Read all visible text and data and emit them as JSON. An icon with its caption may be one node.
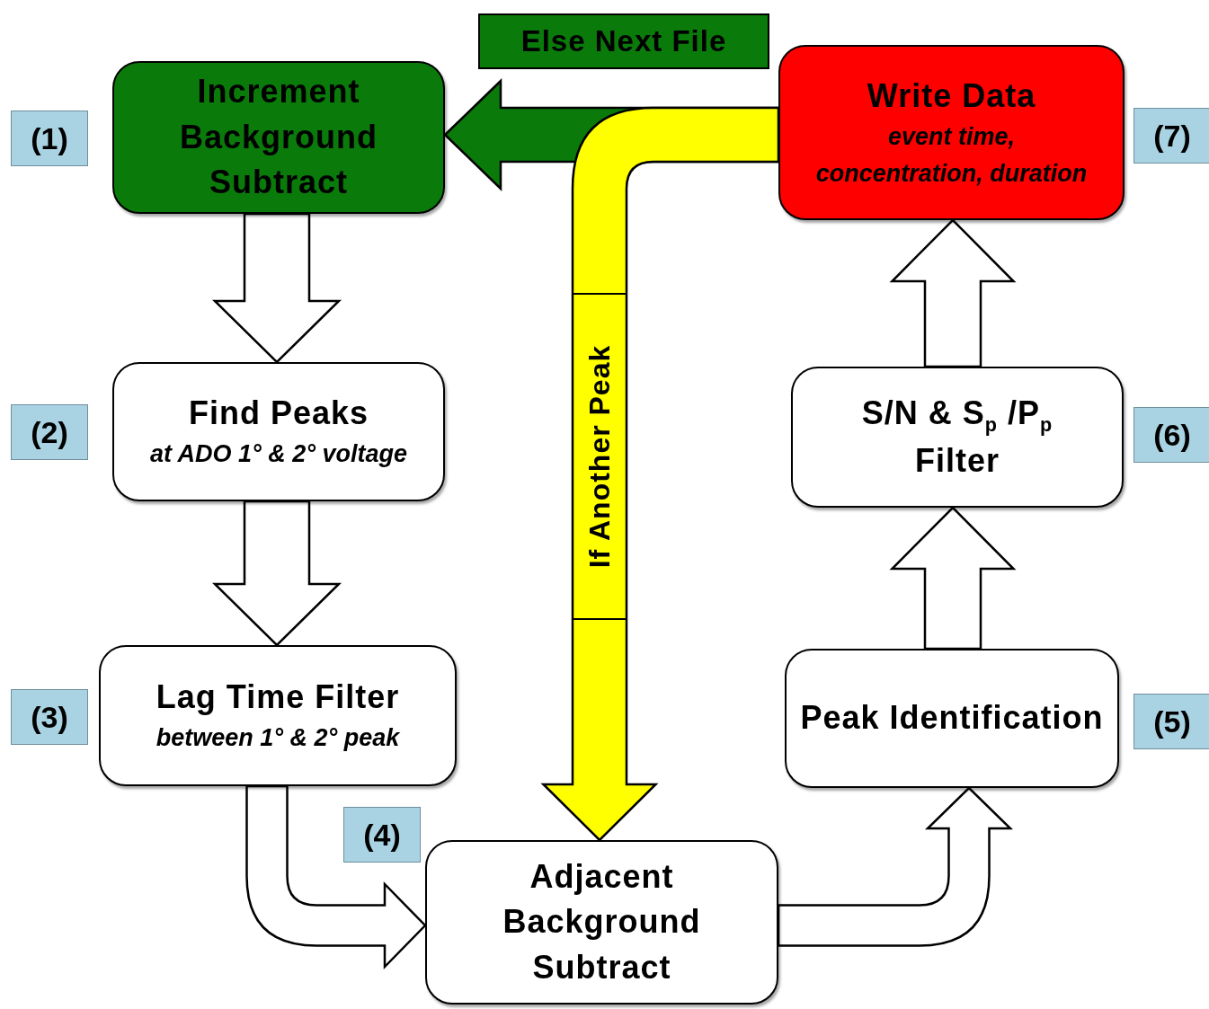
{
  "diagram": {
    "nodes": [
      {
        "text": [
          "Increment Background Subtract"
        ],
        "beside": [
          "(1)"
        ]
      },
      {
        "text": [
          "Find Peaks",
          "at ADO 1° & 2° voltage"
        ],
        "beside": [
          "(2)"
        ]
      },
      {
        "text": [
          "Lag Time Filter",
          "between 1° & 2° peak"
        ],
        "beside": [
          "(3)"
        ]
      },
      {
        "text": [
          "Adjacent Background Subtract"
        ],
        "beside": [
          "(4)"
        ]
      },
      {
        "text": [
          "Peak Identification"
        ],
        "beside": [
          "(5)"
        ]
      },
      {
        "text": [
          "S/N & S$_{p}$ /P$_{p}$ Filter"
        ],
        "beside": [
          "(6)"
        ]
      },
      {
        "text": [
          "Write Data",
          "event time, concentration, duration"
        ],
        "beside": [
          "(7)"
        ]
      }
    ],
    "edges": [
      {
        "from": 0,
        "to": 1,
        "arrow": "to"
      },
      {
        "from": 1,
        "to": 2,
        "arrow": "to"
      },
      {
        "from": 2,
        "to": 3,
        "arrow": "to"
      },
      {
        "from": 3,
        "to": 4,
        "arrow": "to"
      },
      {
        "from": 4,
        "to": 5,
        "arrow": "to"
      },
      {
        "from": 5,
        "to": 6,
        "arrow": "to"
      },
      {
        "from": 6,
        "to": 0,
        "arrow": "to",
        "label": "Else Next File",
        "color": "#0a7a0a"
      },
      {
        "from": 6,
        "to": 3,
        "arrow": "to",
        "label": "If Another Peak",
        "color": "#ffff00"
      }
    ]
  }
}
